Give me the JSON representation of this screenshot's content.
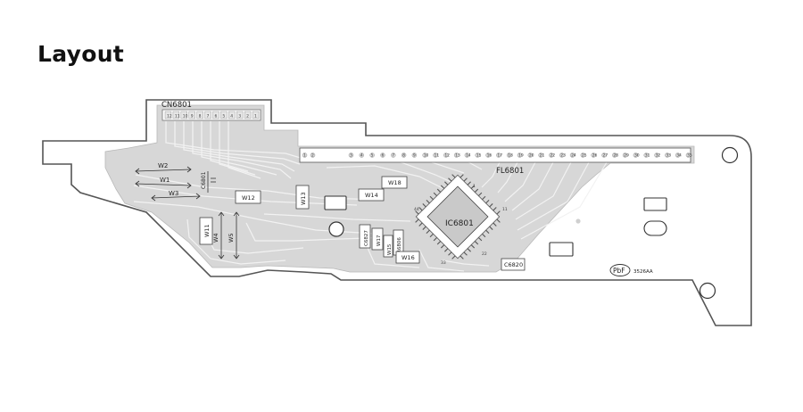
{
  "page": {
    "heading": "Layout"
  },
  "board": {
    "connector": "CN6801",
    "connector_pins": [
      "1",
      "2",
      "3",
      "4",
      "5",
      "6",
      "7",
      "8",
      "9",
      "10",
      "11",
      "12"
    ],
    "display": "FL6801",
    "display_pins": [
      "1",
      "2",
      "3",
      "4",
      "5",
      "6",
      "7",
      "8",
      "9",
      "10",
      "11",
      "12",
      "13",
      "14",
      "15",
      "16",
      "17",
      "18",
      "19",
      "20",
      "21",
      "22",
      "23",
      "24",
      "25",
      "26",
      "27",
      "28",
      "29",
      "30",
      "31",
      "32",
      "33",
      "34",
      "35"
    ],
    "ic": "IC6801",
    "ic_pin_marks": [
      "1",
      "11",
      "22",
      "33",
      "44"
    ],
    "jumpers": {
      "w1": "W1",
      "w2": "W2",
      "w3": "W3",
      "w4": "W4",
      "w5": "W5",
      "w11": "W11",
      "w12": "W12",
      "w13": "W13",
      "w14": "W14",
      "w15": "W15",
      "w16": "W16",
      "w17": "W17",
      "w18": "W18"
    },
    "parts": {
      "c6801": "C6801",
      "c6827": "C6827",
      "r6806": "R6806",
      "c6820": "C6820"
    },
    "pbf_mark": "PbF",
    "pbf_code": "3526AA"
  }
}
